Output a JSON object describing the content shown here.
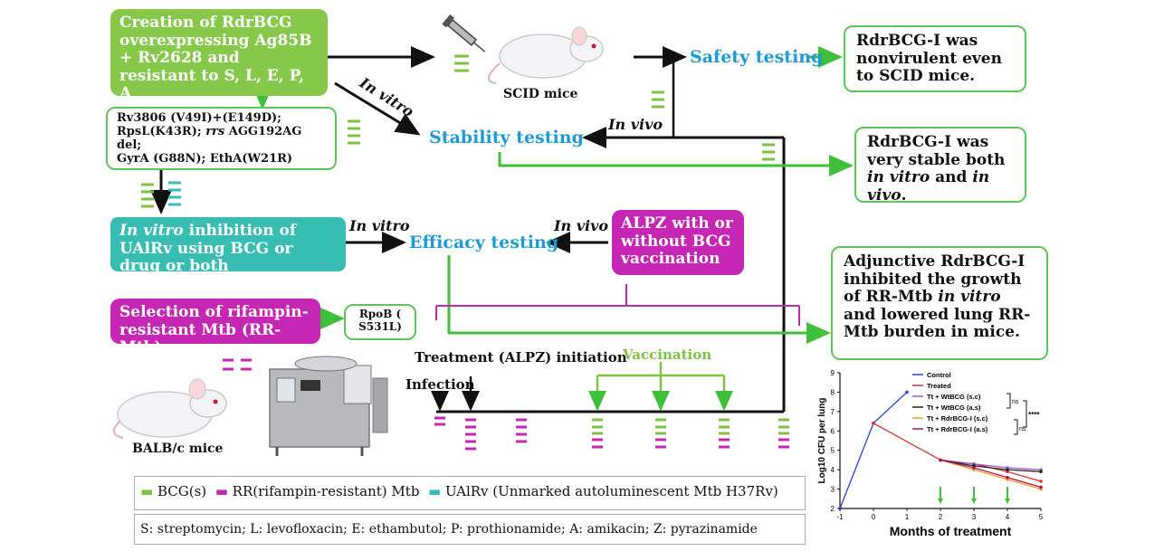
{
  "boxes": {
    "creation": "Creation of RdrBCG overexpressing Ag85B + Rv2628 and resistant to S, L, E, P, A",
    "mutations_line1": "Rv3806 (V49I)+(E149D);",
    "mutations_line2a": "RpsL(K43R); ",
    "mutations_line2b": "rrs",
    "mutations_line2c": " AGG192AG del;",
    "mutations_line3": "GyrA (G88N); EthA(W21R)",
    "inhibition_italic": "In vitro",
    "inhibition_rest": " inhibition of UAlRv using BCG or drug or both",
    "selection": "Selection of rifampin-resistant Mtb (RR-Mtb)",
    "rpob": "RpoB ( S531L)",
    "alpz": "ALPZ with or without BCG vaccination",
    "safety_result": "RdrBCG-I was nonvirulent even to SCID mice.",
    "stable_a": "RdrBCG-I was very stable both ",
    "stable_b": "in vitro",
    "stable_c": " and ",
    "stable_d": "in vivo",
    "stable_e": ".",
    "adjunct_a": "Adjunctive RdrBCG-I inhibited the growth of RR-Mtb ",
    "adjunct_b": "in vitro",
    "adjunct_c": " and lowered lung RR-Mtb burden in mice."
  },
  "labels": {
    "scid": "SCID mice",
    "balb": "BALB/c mice",
    "safety": "Safety testing",
    "stability": "Stability testing",
    "efficacy": "Efficacy testing",
    "in_vitro_1": "In vitro",
    "in_vitro_2": "In vitro",
    "in_vivo_1": "In vivo",
    "in_vivo_2": "In vivo",
    "treatment": "Treatment (ALPZ) initiation",
    "infection": "Infection",
    "vaccination": "Vaccination"
  },
  "legend": {
    "bcg": "BCG(s)",
    "rr": "RR(rifampin-resistant) Mtb",
    "ualrv": "UAlRv (Unmarked autoluminescent Mtb H37Rv)",
    "abbrev": "S: streptomycin; L: levofloxacin; E: ethambutol; P: prothionamide; A: amikacin; Z: pyrazinamide"
  },
  "colors": {
    "green": "#86c84a",
    "teal": "#38bdb3",
    "magenta": "#c526b4",
    "blue_text": "#1e9ad6"
  },
  "chart_data": {
    "type": "line",
    "ylabel": "Log10 CFU per lung",
    "xlabel": "Months of treatment",
    "ylim": [
      2,
      9
    ],
    "xlim": [
      -1,
      5
    ],
    "yticks": [
      "2",
      "3",
      "4",
      "5",
      "6",
      "7",
      "8",
      "9"
    ],
    "xticks": [
      "-1",
      "0",
      "1",
      "2",
      "3",
      "4",
      "5"
    ],
    "series": [
      {
        "name": "Control",
        "color": "#2a3fd8",
        "x": [
          -1,
          0,
          1
        ],
        "y": [
          2.0,
          6.4,
          8.0
        ]
      },
      {
        "name": "Treated",
        "color": "#e03030",
        "x": [
          0,
          2,
          3,
          4,
          5
        ],
        "y": [
          6.4,
          4.5,
          4.3,
          3.9,
          3.4
        ]
      },
      {
        "name": "Tt + WtBCG (s.c)",
        "color": "#9b59d0",
        "x": [
          2,
          3,
          4,
          5
        ],
        "y": [
          4.5,
          4.3,
          4.1,
          4.0
        ]
      },
      {
        "name": "Tt + WtBCG (a.s)",
        "color": "#222222",
        "x": [
          2,
          3,
          4,
          5
        ],
        "y": [
          4.5,
          4.2,
          4.0,
          3.9
        ]
      },
      {
        "name": "Tt + RdrBCG-I (s.c)",
        "color": "#e8a030",
        "x": [
          2,
          3,
          4,
          5
        ],
        "y": [
          4.5,
          4.0,
          3.5,
          3.0
        ]
      },
      {
        "name": "Tt + RdrBCG-I (a.s)",
        "color": "#b0124a",
        "x": [
          2,
          3,
          4,
          5
        ],
        "y": [
          4.5,
          4.1,
          3.6,
          3.1
        ]
      }
    ],
    "annotations": [
      "ns",
      "ns",
      "****"
    ],
    "legend_position": "top-right"
  }
}
